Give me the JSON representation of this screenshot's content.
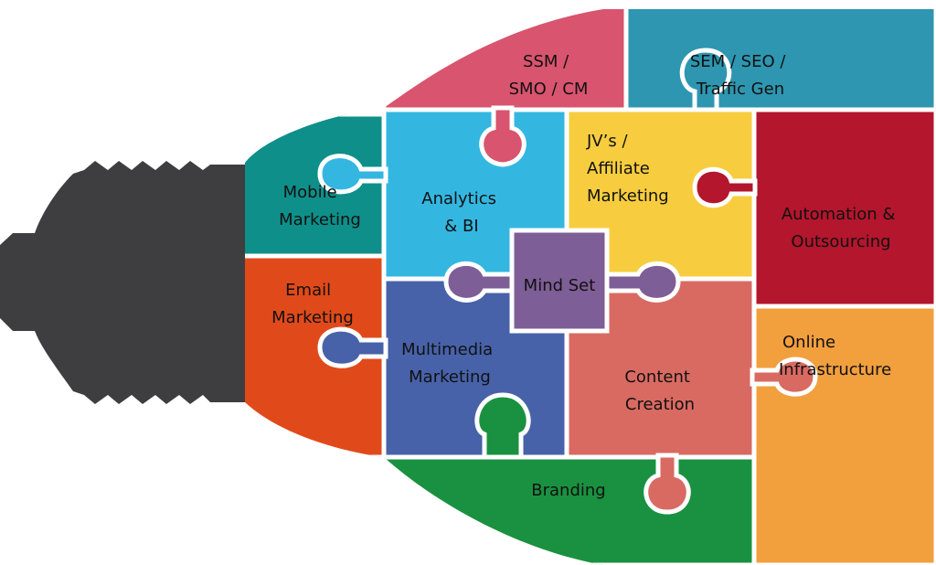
{
  "pieces": {
    "ssm": {
      "line1": "SSM /",
      "line2": "SMO / CM"
    },
    "sem": {
      "line1": "SEM / SEO /",
      "line2": "Traffic Gen"
    },
    "mobile": {
      "line1": "Mobile",
      "line2": "Marketing"
    },
    "analytics": {
      "line1": "Analytics",
      "line2": "& BI"
    },
    "jv": {
      "line1": "JV’s /",
      "line2": "Affiliate",
      "line3": "Marketing"
    },
    "automation": {
      "line1": "Automation &",
      "line2": "Outsourcing"
    },
    "mindset": {
      "line1": "Mind Set"
    },
    "email": {
      "line1": "Email",
      "line2": "Marketing"
    },
    "multimedia": {
      "line1": "Multimedia",
      "line2": "Marketing"
    },
    "content": {
      "line1": "Content",
      "line2": "Creation"
    },
    "online": {
      "line1": "Online",
      "line2": "Infrastructure"
    },
    "branding": {
      "line1": "Branding"
    }
  },
  "colors": {
    "ssm": "#d9546e",
    "sem": "#2e96b0",
    "mobile": "#0e8f8a",
    "analytics": "#33b7e1",
    "jv": "#f7cd3f",
    "automation": "#b3162d",
    "mindset": "#7e5e96",
    "email": "#e04a1b",
    "multimedia": "#4762a9",
    "content": "#d96a62",
    "online": "#f29f3e",
    "branding": "#1a9140",
    "base": "#3e3d40",
    "outline": "#ffffff"
  }
}
